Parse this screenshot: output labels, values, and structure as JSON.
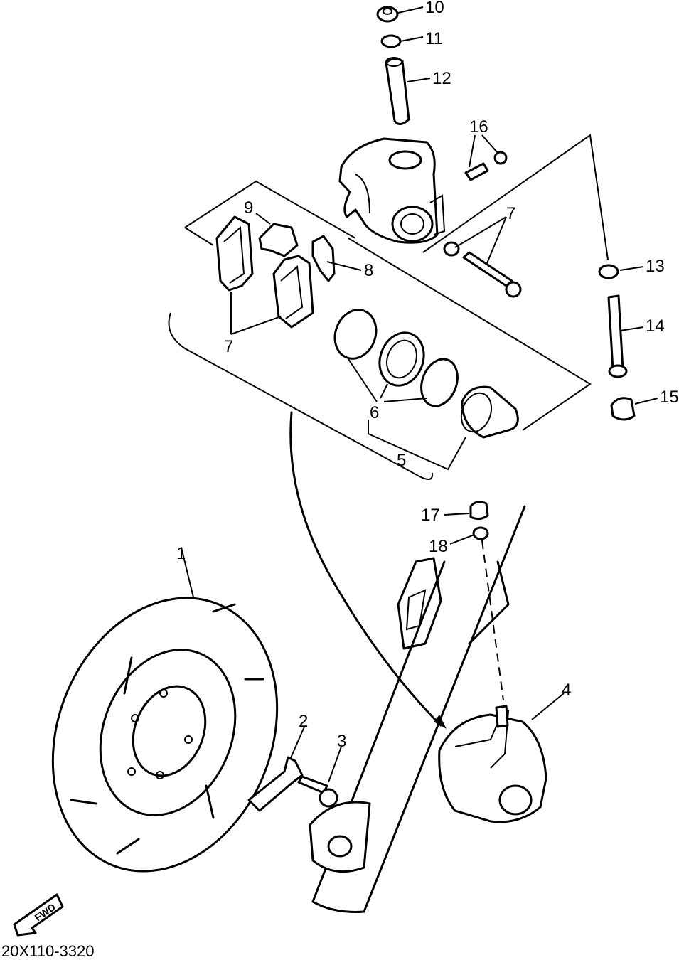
{
  "diagram": {
    "code": "20X110-3320",
    "fwd_label": "FWD",
    "labels": {
      "p1": "1",
      "p2": "2",
      "p3": "3",
      "p4": "4",
      "p5": "5",
      "p6": "6",
      "p7a": "7",
      "p7b": "7",
      "p8": "8",
      "p9": "9",
      "p10": "10",
      "p11": "11",
      "p12": "12",
      "p13": "13",
      "p14": "14",
      "p15": "15",
      "p16": "16",
      "p17": "17",
      "p18": "18"
    }
  }
}
